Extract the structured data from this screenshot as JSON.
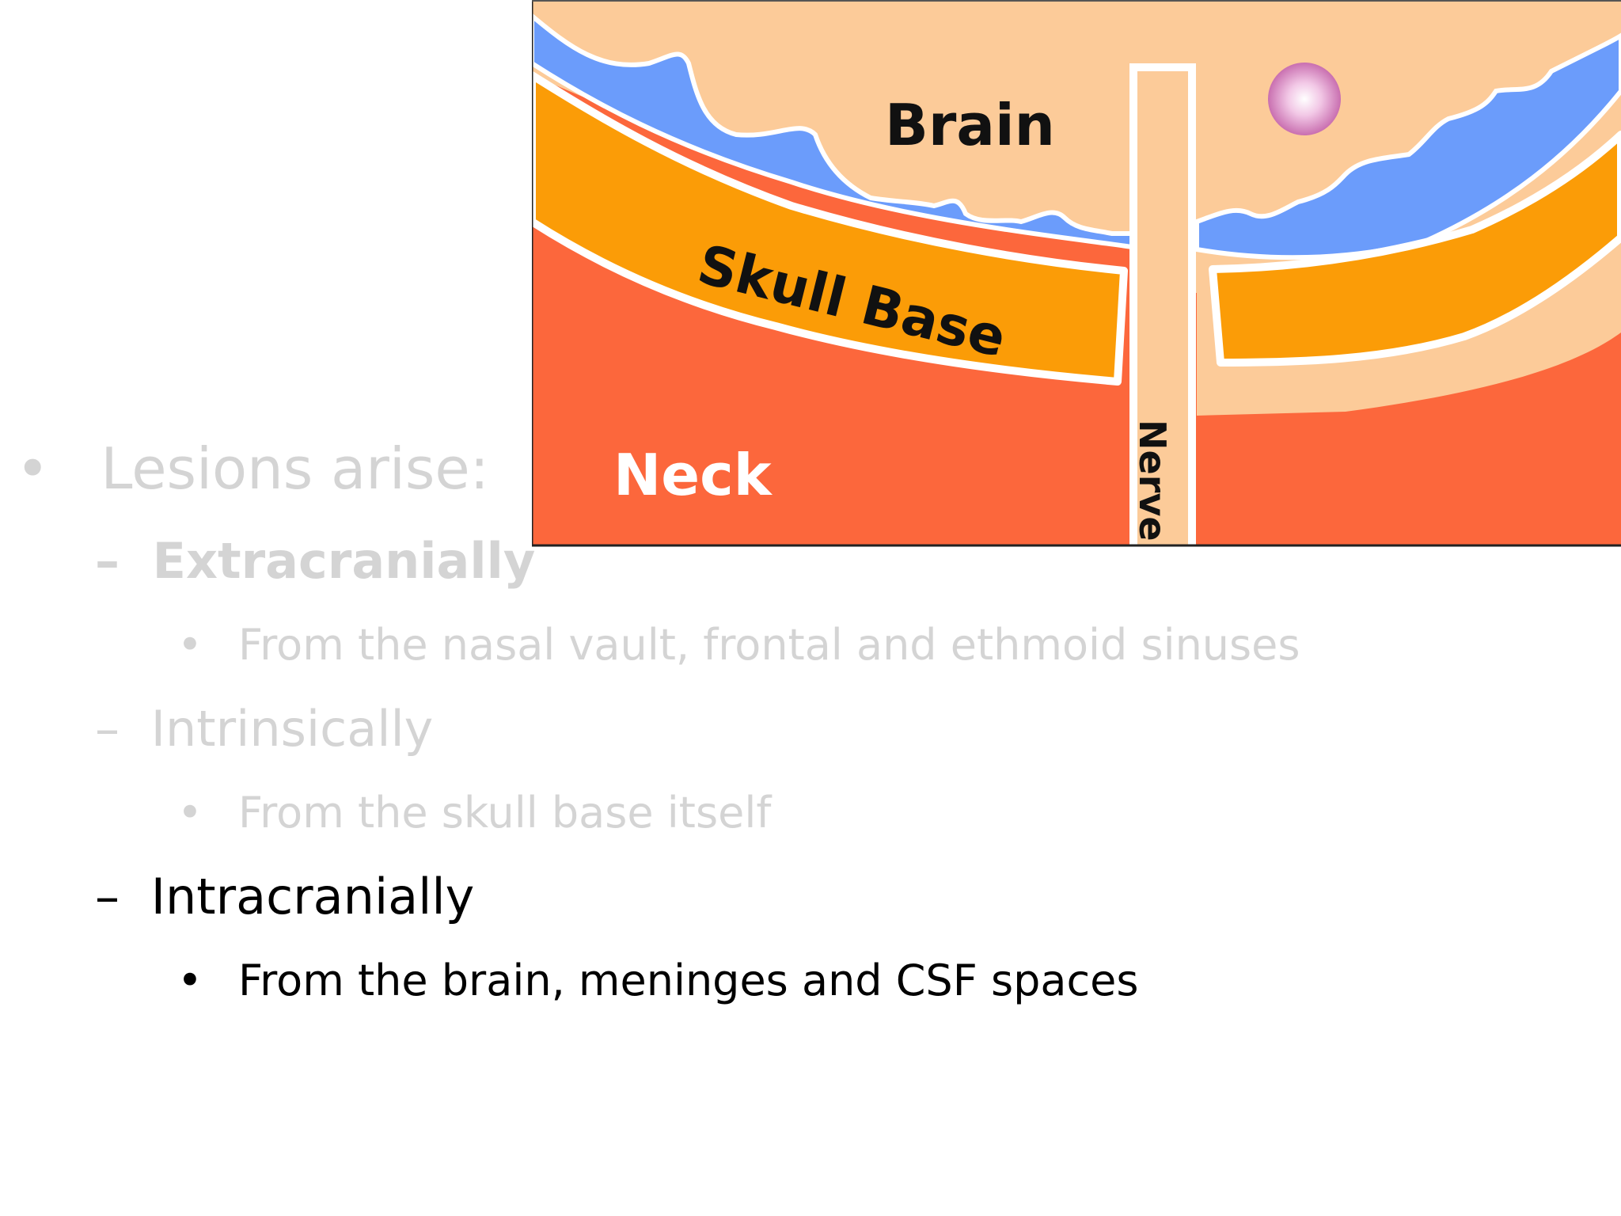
{
  "diagram": {
    "labels": {
      "brain": "Brain",
      "skull_base": "Skull Base",
      "neck": "Neck",
      "nerve": "Nerve"
    },
    "colors": {
      "brain": "#fccb99",
      "csf": "#6b9cfb",
      "skull_base": "#fb9c07",
      "neck": "#fc673c",
      "outline": "#ffffff",
      "lesion": "#c96fb0"
    }
  },
  "bullets": [
    {
      "marker": "•",
      "text": "Lesions arise:"
    },
    {
      "marker": "–",
      "text": "Extracranially"
    },
    {
      "marker": "•",
      "text": "From the nasal vault, frontal and ethmoid sinuses"
    },
    {
      "marker": "–",
      "text": "Intrinsically"
    },
    {
      "marker": "•",
      "text": "From the skull base itself"
    },
    {
      "marker": "–",
      "text": "Intracranially"
    },
    {
      "marker": "•",
      "text": "From the brain, meninges and CSF spaces"
    }
  ]
}
